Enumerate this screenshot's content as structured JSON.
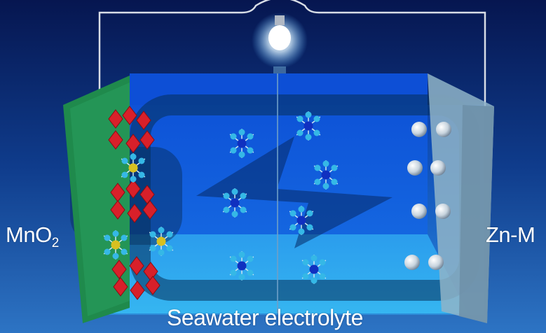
{
  "labels": {
    "cathode": "MnO",
    "cathode_subscript": "2",
    "anode": "Zn-M",
    "electrolyte": "Seawater electrolyte"
  },
  "colors": {
    "background_top": "#061650",
    "background_bottom": "#2d74c4",
    "cathode_plate": "#1f8a4c",
    "anode_plate": "#8fb4c8",
    "electrolyte": "#1e7ee6",
    "floor": "#3ec7f2"
  }
}
